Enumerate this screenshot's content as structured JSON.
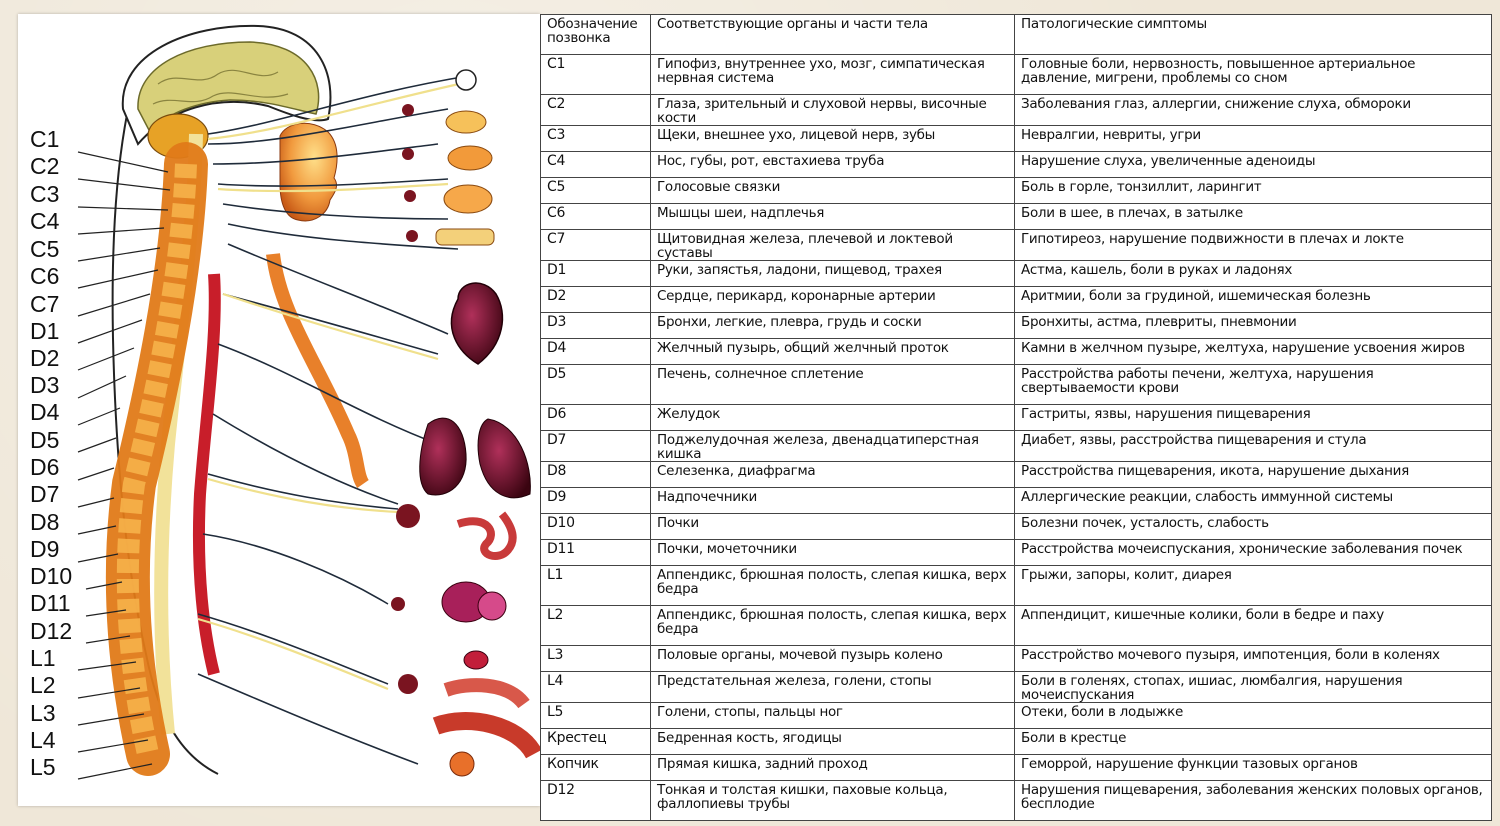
{
  "vertebra_labels": [
    "C1",
    "C2",
    "C3",
    "C4",
    "C5",
    "C6",
    "C7",
    "D1",
    "D2",
    "D3",
    "D4",
    "D5",
    "D6",
    "D7",
    "D8",
    "D9",
    "D10",
    "D11",
    "D12",
    "L1",
    "L2",
    "L3",
    "L4",
    "L5"
  ],
  "table": {
    "headers": [
      "Обозначение позвонка",
      "Соответствующие органы и части тела",
      "Патологические симптомы"
    ],
    "rows": [
      {
        "code": "C1",
        "organs": "Гипофиз, внутреннее ухо, мозг, симпатическая нервная система",
        "symptoms": "Головные боли, нервозность, повышенное артериальное давление, мигрени, проблемы со сном"
      },
      {
        "code": "C2",
        "organs": "Глаза, зрительный и слуховой нервы, височные кости",
        "symptoms": "Заболевания глаз, аллергии, снижение слуха, обмороки"
      },
      {
        "code": "C3",
        "organs": "Щеки, внешнее ухо, лицевой нерв, зубы",
        "symptoms": "Невралгии, невриты, угри"
      },
      {
        "code": "C4",
        "organs": "Нос, губы, рот, евстахиева труба",
        "symptoms": "Нарушение слуха, увеличенные аденоиды"
      },
      {
        "code": "C5",
        "organs": "Голосовые связки",
        "symptoms": "Боль в горле, тонзиллит, ларингит"
      },
      {
        "code": "C6",
        "organs": "Мышцы шеи, надплечья",
        "symptoms": "Боли в шее, в плечах, в затылке"
      },
      {
        "code": "C7",
        "organs": "Щитовидная железа, плечевой и локтевой суставы",
        "symptoms": "Гипотиреоз, нарушение подвижности в плечах и локте"
      },
      {
        "code": "D1",
        "organs": "Руки, запястья, ладони, пищевод, трахея",
        "symptoms": "Астма, кашель, боли в руках и ладонях"
      },
      {
        "code": "D2",
        "organs": "Сердце, перикард, коронарные артерии",
        "symptoms": "Аритмии, боли за грудиной, ишемическая болезнь"
      },
      {
        "code": "D3",
        "organs": "Бронхи, легкие, плевра, грудь и соски",
        "symptoms": "Бронхиты, астма, плевриты, пневмонии"
      },
      {
        "code": "D4",
        "organs": "Желчный пузырь, общий желчный проток",
        "symptoms": "Камни в желчном пузыре, желтуха, нарушение усвоения жиров"
      },
      {
        "code": "D5",
        "organs": "Печень, солнечное сплетение",
        "symptoms": "Расстройства работы печени, желтуха, нарушения свертываемости крови"
      },
      {
        "code": "D6",
        "organs": "Желудок",
        "symptoms": "Гастриты, язвы, нарушения пищеварения"
      },
      {
        "code": "D7",
        "organs": "Поджелудочная железа, двенадцатиперстная кишка",
        "symptoms": "Диабет, язвы, расстройства пищеварения и стула"
      },
      {
        "code": "D8",
        "organs": "Селезенка, диафрагма",
        "symptoms": "Расстройства пищеварения, икота, нарушение дыхания"
      },
      {
        "code": "D9",
        "organs": "Надпочечники",
        "symptoms": "Аллергические реакции, слабость иммунной системы"
      },
      {
        "code": "D10",
        "organs": "Почки",
        "symptoms": "Болезни почек, усталость, слабость"
      },
      {
        "code": "D11",
        "organs": "Почки, мочеточники",
        "symptoms": "Расстройства мочеиспускания, хронические заболевания почек"
      },
      {
        "code": "L1",
        "organs": "Аппендикс, брюшная полость, слепая кишка, верх бедра",
        "symptoms": "Грыжи, запоры, колит, диарея"
      },
      {
        "code": "L2",
        "organs": "Аппендикс, брюшная полость, слепая кишка, верх бедра",
        "symptoms": "Аппендицит, кишечные колики, боли в бедре и паху"
      },
      {
        "code": "L3",
        "organs": "Половые органы, мочевой пузырь колено",
        "symptoms": "Расстройство мочевого пузыря, импотенция, боли в коленях"
      },
      {
        "code": "L4",
        "organs": "Предстательная железа, голени, стопы",
        "symptoms": "Боли в голенях, стопах, ишиас, люмбалгия, нарушения мочеиспускания"
      },
      {
        "code": "L5",
        "organs": "Голени, стопы, пальцы ног",
        "symptoms": "Отеки, боли в лодыжке"
      },
      {
        "code": "Крестец",
        "organs": "Бедренная кость, ягодицы",
        "symptoms": "Боли в крестце"
      },
      {
        "code": "Копчик",
        "organs": "Прямая кишка, задний проход",
        "symptoms": "Геморрой, нарушение функции тазовых органов"
      },
      {
        "code": "D12",
        "organs": "Тонкая и толстая кишки, паховые кольца, фаллопиевы трубы",
        "symptoms": "Нарушения пищеварения, заболевания женских половых органов, бесплодие"
      }
    ]
  }
}
